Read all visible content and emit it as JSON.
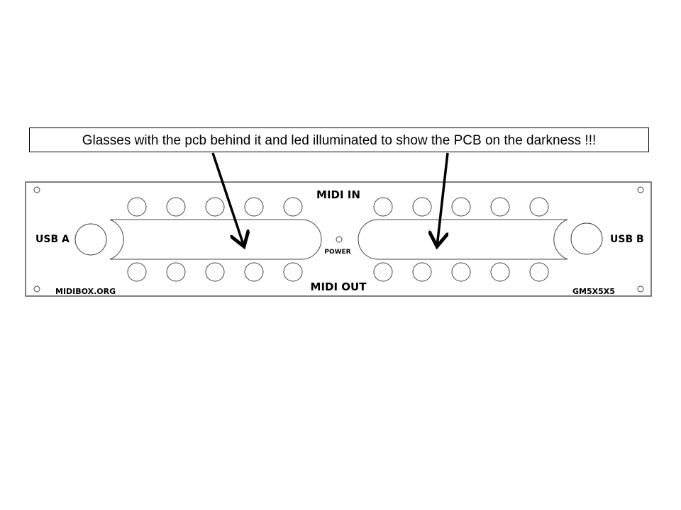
{
  "callout": {
    "text": "Glasses with the pcb behind it and led illuminated to show the PCB on the darkness !!!"
  },
  "panel": {
    "midi_in": "MIDI IN",
    "midi_out": "MIDI OUT",
    "usb_a": "USB A",
    "usb_b": "USB B",
    "power": "POWER",
    "brand": "MIDIBOX.ORG",
    "model": "GM5X5X5"
  }
}
